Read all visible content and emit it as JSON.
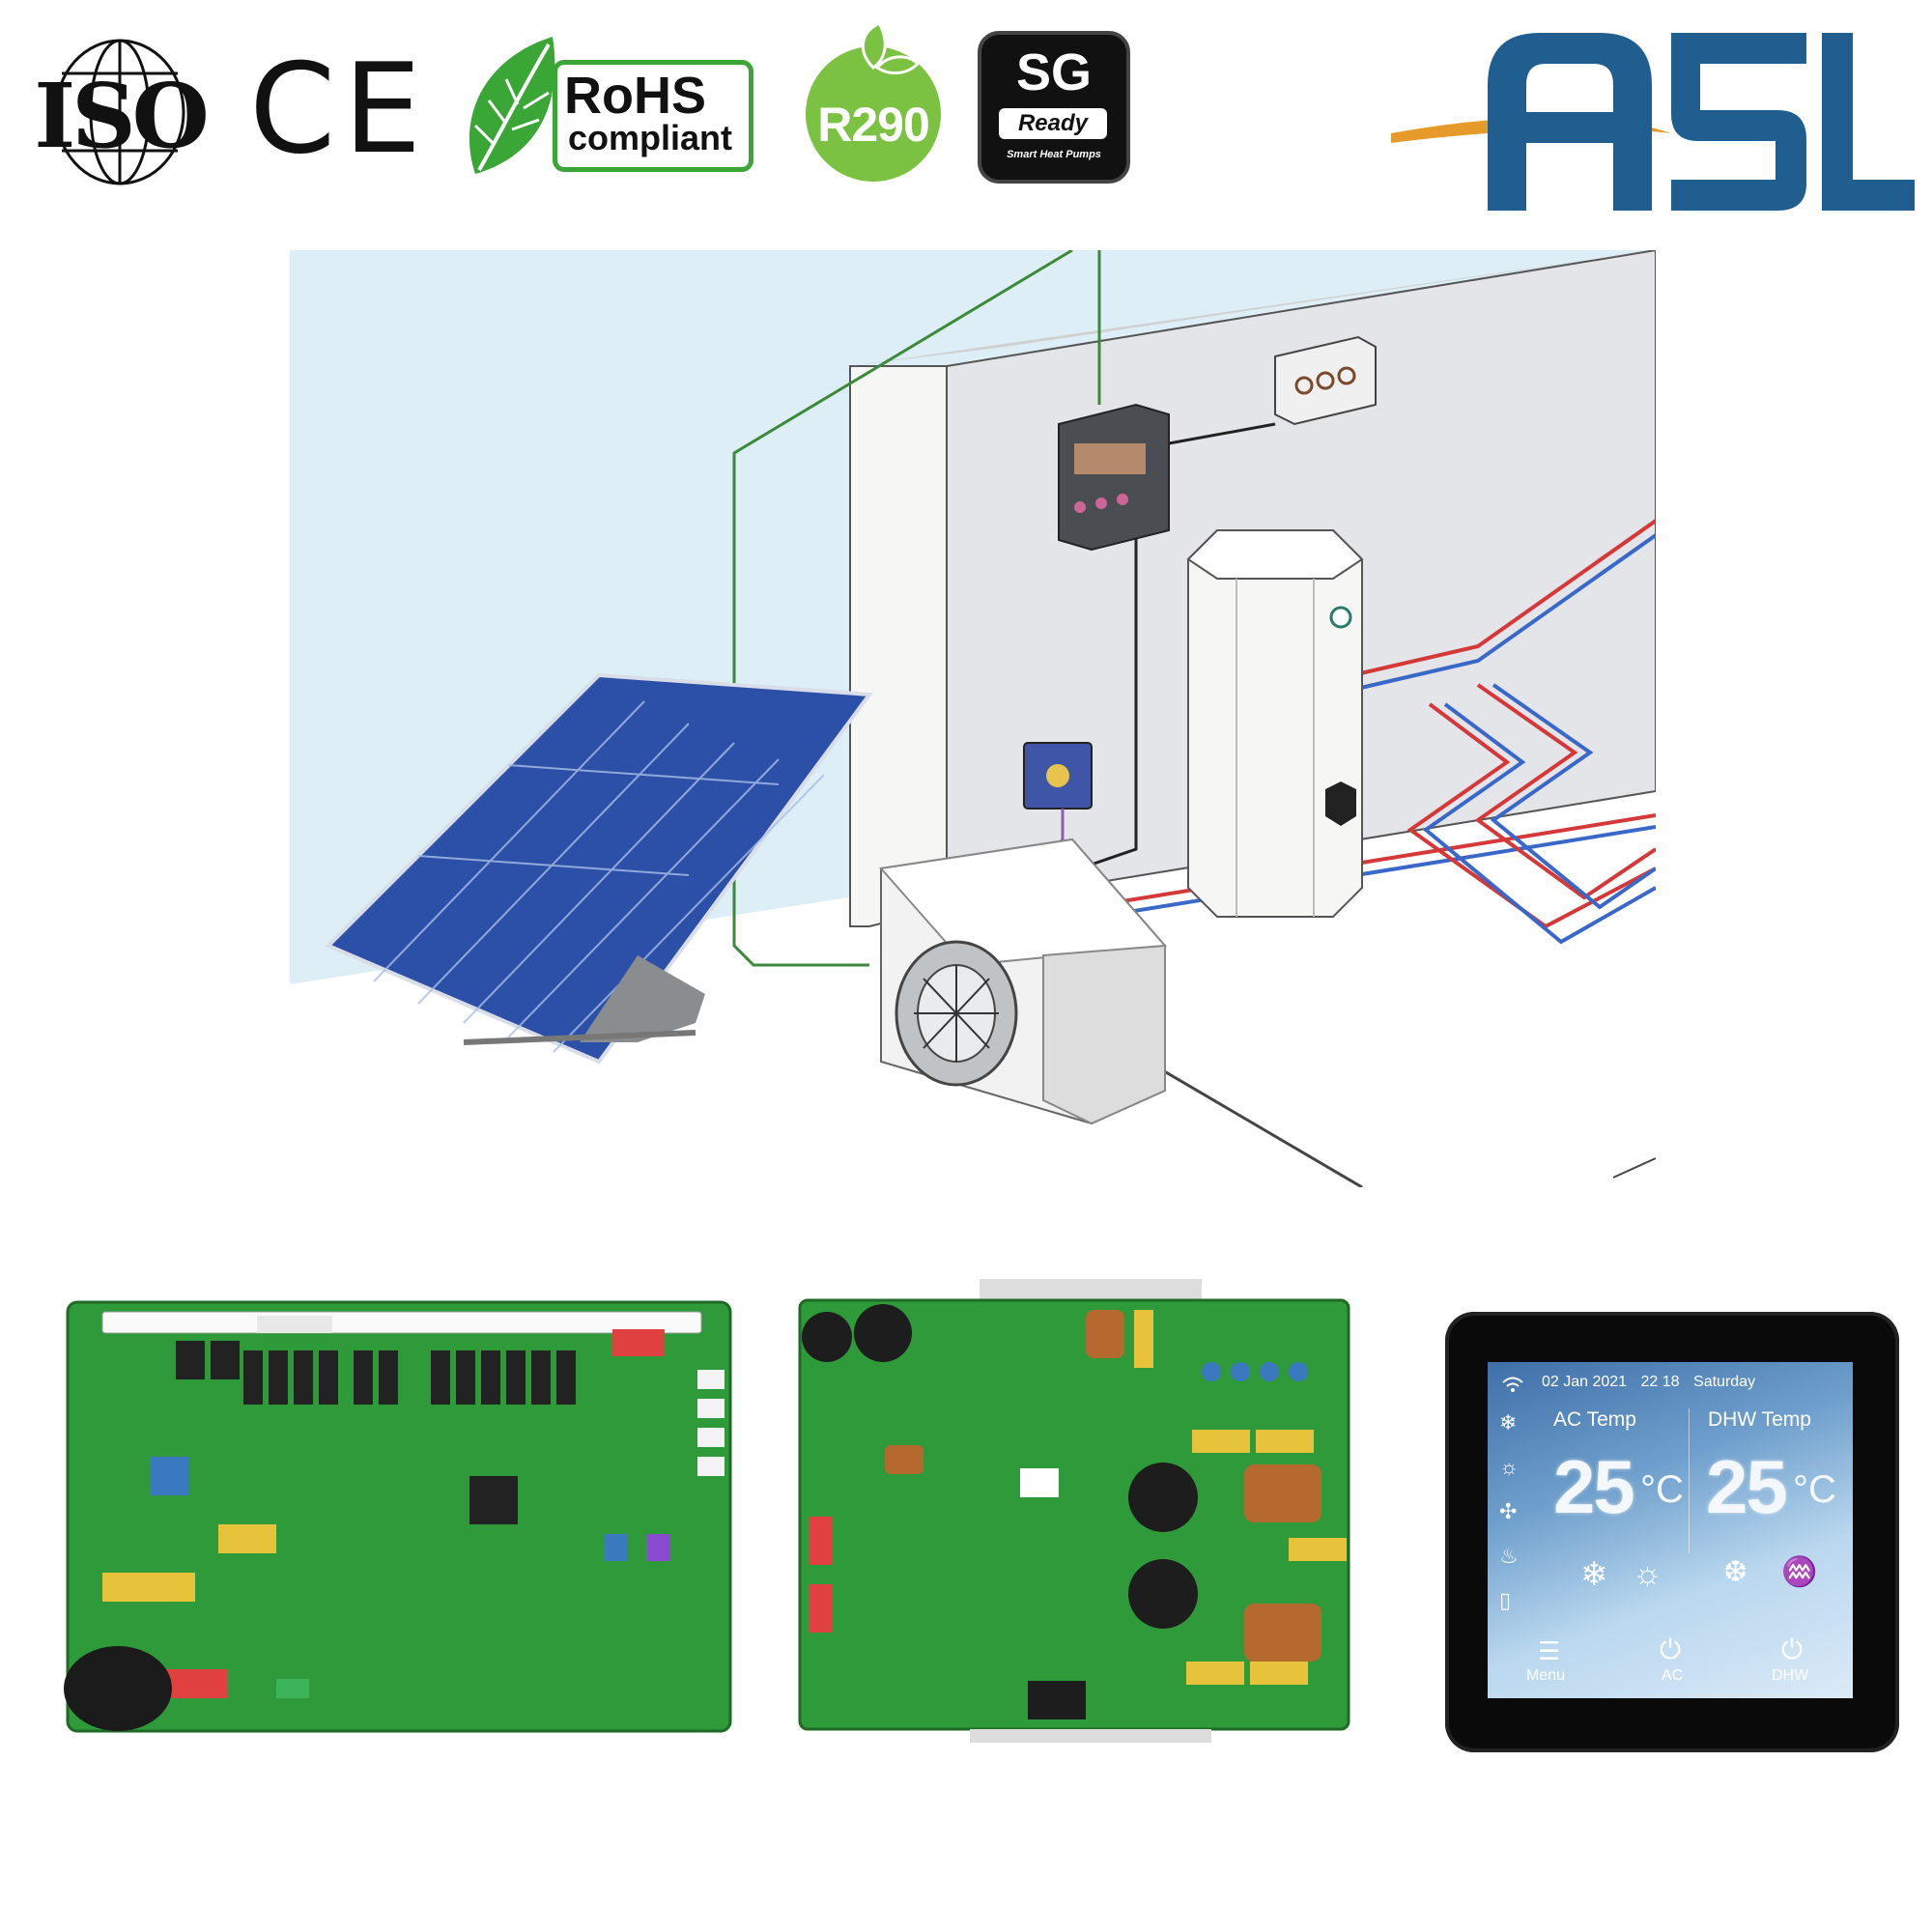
{
  "badges": {
    "iso": "ISO",
    "ce": "CE",
    "rohs_title": "RoHS",
    "rohs_sub": "compliant",
    "r290": "R290",
    "sg_title": "SG",
    "sg_ready": "Ready",
    "sg_sub": "Smart Heat Pumps"
  },
  "logo": {
    "text": "ASL"
  },
  "controller": {
    "date": "02  Jan  2021",
    "time": "22 18",
    "weekday": "Saturday",
    "ac_label": "AC Temp",
    "dhw_label": "DHW Temp",
    "ac_value": "25",
    "dhw_value": "25",
    "unit": "°C",
    "btn_menu": "Menu",
    "btn_ac": "AC",
    "btn_dhw": "DHW"
  },
  "colors": {
    "rohs_green": "#3aa635",
    "r290_green": "#7cc242",
    "asl_blue": "#1f5e8f",
    "asl_orange": "#e59a2a",
    "pcb_green": "#2f9a3a"
  }
}
